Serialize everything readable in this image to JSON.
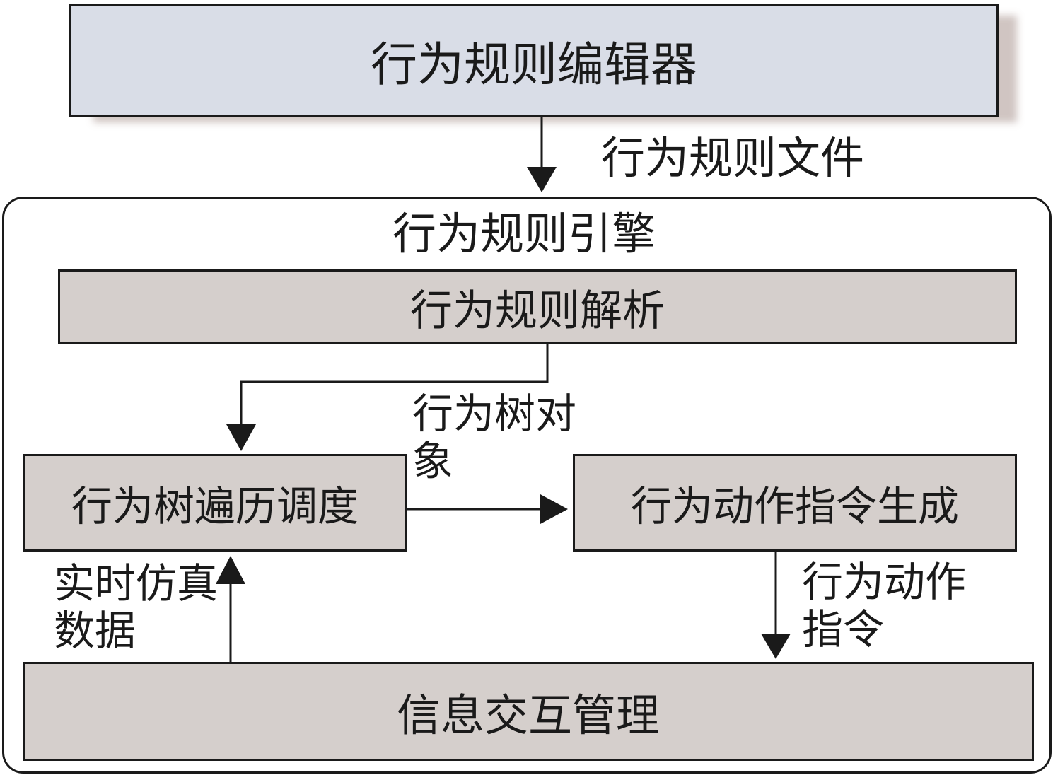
{
  "boxes": {
    "editor": "行为规则编辑器",
    "engine": "行为规则引擎",
    "parse": "行为规则解析",
    "traverse": "行为树遍历调度",
    "generate": "行为动作指令生成",
    "info": "信息交互管理"
  },
  "edges": {
    "rule_file": "行为规则文件",
    "tree_object": "行为树对象",
    "realtime_data": "实时仿真数据",
    "action_command": "行为动作指令"
  },
  "colors": {
    "editor_fill": "#d9dde7",
    "module_fill": "#d5cfcc",
    "stroke": "#1a1a1a"
  }
}
